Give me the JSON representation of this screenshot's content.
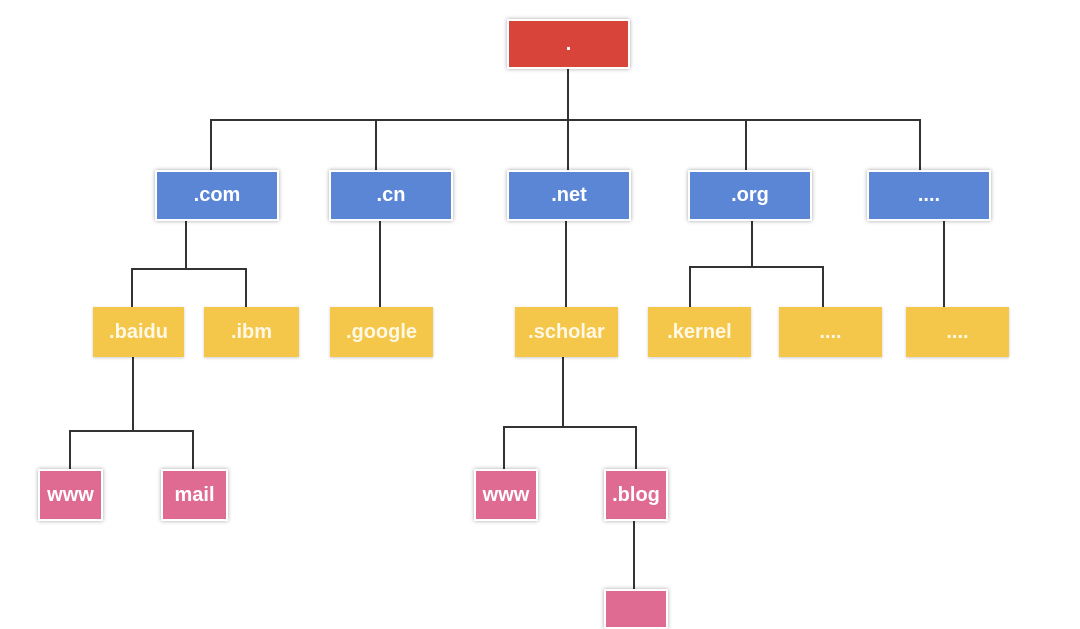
{
  "diagram": {
    "root": {
      "label": "."
    },
    "tlds": [
      {
        "label": ".com"
      },
      {
        "label": ".cn"
      },
      {
        "label": ".net"
      },
      {
        "label": ".org"
      },
      {
        "label": "...."
      }
    ],
    "second_level": [
      {
        "label": ".baidu"
      },
      {
        "label": ".ibm"
      },
      {
        "label": ".google"
      },
      {
        "label": ".scholar"
      },
      {
        "label": ".kernel"
      },
      {
        "label": "...."
      },
      {
        "label": "...."
      }
    ],
    "third_level": [
      {
        "label": "www"
      },
      {
        "label": "mail"
      },
      {
        "label": "www"
      },
      {
        "label": ".blog"
      }
    ],
    "fourth_level": [
      {
        "label": ""
      }
    ],
    "colors": {
      "root": "#d9443a",
      "tld": "#5b86d6",
      "second_level": "#f4c64a",
      "third_level": "#df6b93",
      "connector": "#333333"
    }
  }
}
